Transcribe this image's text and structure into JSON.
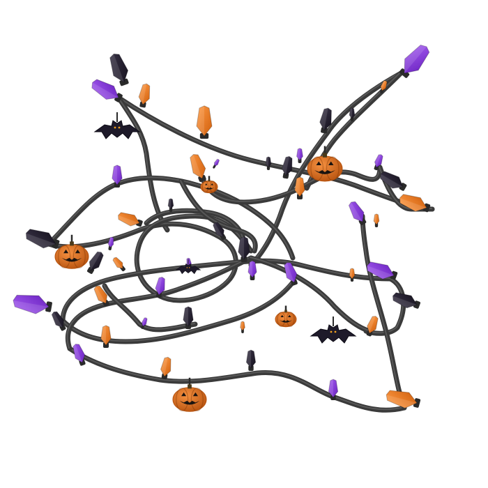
{
  "scene": {
    "subject": "halloween-light-garland",
    "background_color": "#ffffff",
    "colors": {
      "wire": "#3a3a3a",
      "wire_highlight": "#6a6a6a",
      "purple": "#8a3be0",
      "purple_dark": "#6a22c0",
      "orange": "#f07a22",
      "orange_dark": "#c85a10",
      "black": "#24202e",
      "black_dark": "#14101c",
      "pumpkin": "#e8741e",
      "pumpkin_dark": "#b85410",
      "face": "#1a1410"
    },
    "bulb_counts": {
      "purple": 17,
      "orange": 16,
      "black": 15
    },
    "pumpkin_count": 5,
    "bat_count": 3
  }
}
